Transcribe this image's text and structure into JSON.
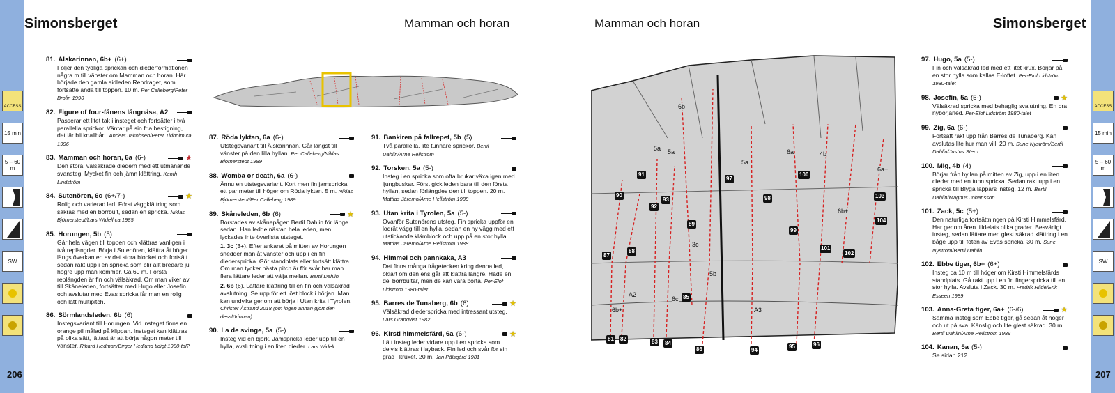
{
  "left_page": {
    "header_left": "Simonsberget",
    "header_right": "Mamman och horan",
    "page_number": "206"
  },
  "right_page": {
    "header_left": "Mamman och horan",
    "header_right": "Simonsberget",
    "page_number": "207"
  },
  "side_icons": {
    "access": "ACCESS",
    "walk_time": "15 min",
    "height": "5 – 60 m",
    "compass": "SW"
  },
  "colors": {
    "margin_bar": "#8fb0de",
    "star_gold": "#e3c100",
    "star_red": "#c0282d",
    "route_line": "#d62020",
    "rock": "#cfcfcf",
    "highlight_box": "#e8c200"
  },
  "routes_col1": [
    {
      "num": "81.",
      "name": "Älskarinnan, 6b+",
      "grade": "(6+)",
      "star": "",
      "desc": "Följer den tydliga sprickan och diederforma­tionen några m till vänster om Mamman och horan. Här började den gamla aidleden Rep­draget, som fortsatte ända till toppen. 10 m.",
      "fa": "Per Calleberg/Peter Brolin 1990"
    },
    {
      "num": "82.",
      "name": "Figure of four-fånens långnäsa, A2",
      "grade": "",
      "star": "",
      "desc": "Passerar ett litet tak i insteget och fortsätter i två parallella sprickor. Väntar på sin fria bestig­ning, det lär bli knallhårt.",
      "fa": "Anders Jakobsen/Peter Tidholm ca 1996"
    },
    {
      "num": "83.",
      "name": "Mamman och horan, 6a",
      "grade": "(6-)",
      "star": "red",
      "desc": "Den stora, välsäkrade diedern med ett utma­nande svansteg. Mycket fin och jämn klättring.",
      "fa": "Kenth Lindström"
    },
    {
      "num": "84.",
      "name": "Sutenören, 6c",
      "grade": "(6+/7-)",
      "star": "yellow",
      "desc": "Rolig och varierad led. Först väggklättring som säkras med en borrbult, sedan en spricka.",
      "fa": "Niklas Björnerstedt/Lars Widell ca 1985"
    },
    {
      "num": "85.",
      "name": "Horungen, 5b",
      "grade": "(5)",
      "star": "",
      "desc": "Går hela vägen till toppen och klättras vanligen i två replängder. Börja i Sutenören, klättra åt höger längs överkanten av det stora blocket och fortsätt sedan rakt upp i en spricka som blir allt bredare ju högre upp man kommer. Ca 60 m. Första replängden är fin och välsäkrad. Om man viker av till Skåneleden, fortsätter med Hugo eller Josefin och avslutar med Evas spricka får man en rolig och lätt multipitch.",
      "fa": ""
    },
    {
      "num": "86.",
      "name": "Sörmlandsleden, 6b",
      "grade": "(6)",
      "star": "",
      "desc": "Instegsvariant till Horungen. Vid insteget finns en orange pil målad på klippan. Insteget kan klättras på olika sätt, lättast är att börja någon meter till vänster.",
      "fa": "Rikard Hedman/Birger Hedlund tidigt 1980-tal?"
    }
  ],
  "routes_col2": [
    {
      "num": "87.",
      "name": "Röda lyktan, 6a",
      "grade": "(6-)",
      "star": "",
      "desc": "Utstegsvariant till Älskarinnan. Går längst till vänster på den lilla hyllan.",
      "fa": "Per Calleberg/Niklas Björnerstedt 1989"
    },
    {
      "num": "88.",
      "name": "Womba or death, 6a",
      "grade": "(6-)",
      "star": "",
      "desc": "Ännu en utstegsvariant. Kort men fin jamspricka ett par meter till höger om Röda lyktan. 5 m.",
      "fa": "Niklas Björnerstedt/Per Calleberg 1989"
    },
    {
      "num": "89.",
      "name": "Skåneleden, 6b",
      "grade": "(6)",
      "star": "yellow",
      "desc": "Borstades av skånepågen Bertil Dahlin för länge sedan. Han ledde nästan hela leden, men lyckades inte överlista utsteget.",
      "fa": ""
    },
    {
      "num": "90.",
      "name": "La de svinge, 5a",
      "grade": "(5-)",
      "star": "",
      "desc": "Insteg vid en björk. Jamspricka leder upp till en hylla, avslutning i en liten dieder.",
      "fa": "Lars Widell"
    }
  ],
  "sub_89": [
    {
      "label": "1. 3c",
      "text": "(3+). Efter ankaret på mitten av Horungen snedder man åt vänster och upp i en fin diederspricka. Gör standplats eller fortsätt klättra. Om man tycker nästa pitch är för svår har man flera lättare leder att välja mellan.",
      "fa": "Bertil Dahlin"
    },
    {
      "label": "2. 6b",
      "text": "(6). Lättare klättring till en fin och välsäkrad avslutning. Se upp för ett löst block i början. Man kan undvika genom att börja i Utan krita i Tyrolen.",
      "fa": "Christer Åstrand 2018 (om ingen annan gjort den dessförinnan)"
    }
  ],
  "routes_col3": [
    {
      "num": "91.",
      "name": "Bankiren på fallrepet, 5b",
      "grade": "(5)",
      "star": "",
      "desc": "Två parallella, lite tunnare sprickor.",
      "fa": "Bertil Dahlin/Arne Hellström"
    },
    {
      "num": "92.",
      "name": "Torsken, 5a",
      "grade": "(5-)",
      "star": "",
      "desc": "Insteg i en spricka som ofta brukar växa igen med ljungbuskar. Först gick leden bara till den första hyllan, sedan förlängdes den till toppen. 20 m.",
      "fa": "Mattias Järemo/Arne Hellström 1988"
    },
    {
      "num": "93.",
      "name": "Utan krita i Tyrolen, 5a",
      "grade": "(5-)",
      "star": "",
      "desc": "Ovanför Sutenörens utsteg. Fin spricka uppför en lodrät vägg till en hylla, sedan en ny vägg med ett utstickande klämblock och upp på en stor hylla.",
      "fa": "Mattias Järemo/Arne Hellström 1988"
    },
    {
      "num": "94.",
      "name": "Himmel och pannkaka, A3",
      "grade": "",
      "star": "",
      "desc": "Det finns många frågetecken kring denna led, oklart om den ens går att klättra längre. Hade en del borrbultar, men de kan vara borta.",
      "fa": "Per-Elof Lidström 1980-talet"
    },
    {
      "num": "95.",
      "name": "Barres de Tunaberg, 6b",
      "grade": "(6)",
      "star": "yellow",
      "desc": "Välsäkrad diederspricka med intressant utsteg.",
      "fa": "Lars Granqvist 1982"
    },
    {
      "num": "96.",
      "name": "Kirsti himmelsfärd, 6a",
      "grade": "(6-)",
      "star": "yellow",
      "desc": "Lätt insteg leder vidare upp i en spricka som delvis klättras i layback. Fin led och svår för sin grad i kruxet. 20 m.",
      "fa": "Jan Pålsgård 1981"
    }
  ],
  "routes_col4": [
    {
      "num": "97.",
      "name": "Hugo, 5a",
      "grade": "(5-)",
      "star": "",
      "desc": "Fin och välsäkrad led med ett litet krux. Börjar på en stor hylla som kallas E-loftet.",
      "fa": "Per-Elof Lidström 1980-talet"
    },
    {
      "num": "98.",
      "name": "Josefin, 5a",
      "grade": "(5-)",
      "star": "yellow",
      "desc": "Välsäkrad spricka med behaglig svalutning. En bra nybörjarled.",
      "fa": "Per-Elof Lidström 1980-talet"
    },
    {
      "num": "99.",
      "name": "Zig, 6a",
      "grade": "(6-)",
      "star": "",
      "desc": "Fortsätt rakt upp från Barres de Tunaberg. Kan avslutas lite hur man vill. 20 m.",
      "fa": "Sune Nyström/Bertil Dahlin/Justus Stern"
    },
    {
      "num": "100.",
      "name": "Mig, 4b",
      "grade": "(4)",
      "star": "",
      "desc": "Börjar från hyllan på mitten av Zig, upp i en liten dieder med en tunn spricka. Sedan rakt upp i en spricka till Blyga läppars insteg. 12 m.",
      "fa": "Bertil Dahlin/Magnus Johansson"
    },
    {
      "num": "101.",
      "name": "Zack, 5c",
      "grade": "(5+)",
      "star": "",
      "desc": "Den naturliga fortsättningen på Kirsti Him­melsfärd. Har genom åren tilldelats olika gra­der. Besvärligt insteg, sedan lättare men glest säkrad klättring i en båge upp till foten av Evas spricka. 30 m.",
      "fa": "Sune Nyström/Bertil Dahlin"
    },
    {
      "num": "102.",
      "name": "Ebbe tiger, 6b+",
      "grade": "(6+)",
      "star": "",
      "desc": "Insteg ca 10 m till höger om Kirsti Him­melsfärds standplats. Gå rakt upp i en fin fingerspricka till en stor hylla. Avsluta i Zack. 30 m.",
      "fa": "Fredrik Rilde/Erik Esseen 1989"
    },
    {
      "num": "103.",
      "name": "Anna-Greta tiger, 6a+",
      "grade": "(6-/6)",
      "star": "yellow",
      "desc": "Samma insteg som Ebbe tiger, gå sedan åt höger och ut på sva. Känslig och lite glest säkrad. 30 m.",
      "fa": "Bertil Dahlin/Arne Hellström 1989"
    },
    {
      "num": "104.",
      "name": "Kanan, 5a",
      "grade": "(5-)",
      "star": "",
      "desc": "Se sidan 212.",
      "fa": ""
    }
  ],
  "topo": {
    "route_numbers": [
      "81",
      "82",
      "83",
      "84",
      "85",
      "86",
      "87",
      "88",
      "89",
      "90",
      "91",
      "92",
      "93",
      "94",
      "95",
      "96",
      "97",
      "98",
      "99",
      "100",
      "101",
      "102",
      "103",
      "104"
    ],
    "grades": [
      "6b",
      "5a",
      "5a",
      "5a",
      "6a",
      "4b",
      "6a+",
      "6b+",
      "3c",
      "5b",
      "A2",
      "6b+",
      "6c",
      "A3"
    ]
  }
}
